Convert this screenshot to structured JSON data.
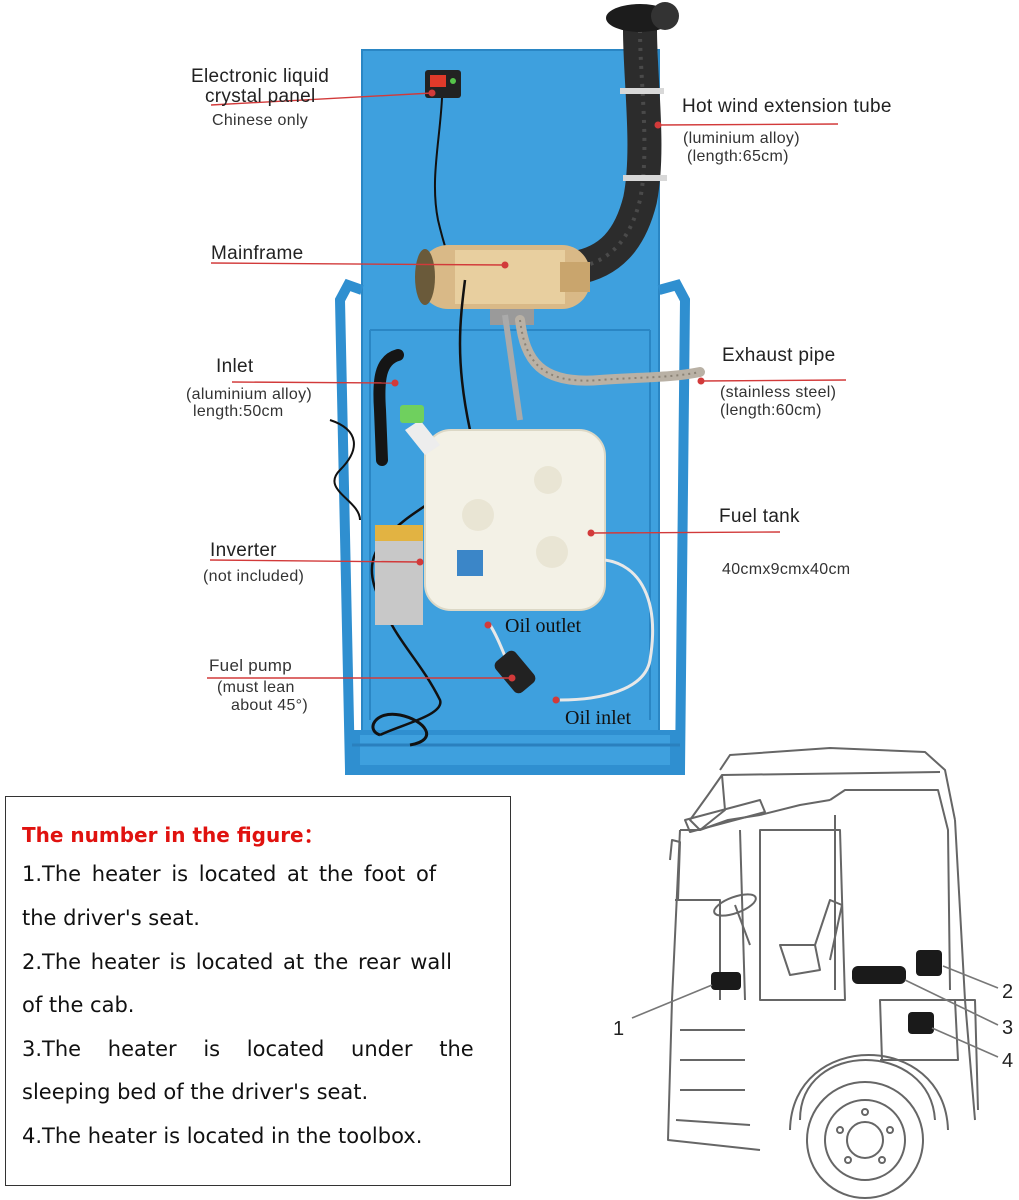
{
  "heater_labels": {
    "lcd_panel": {
      "title_line1": "Electronic liquid",
      "title_line2": "crystal panel",
      "note": "Chinese only"
    },
    "hot_wind_tube": {
      "title": "Hot wind extension tube",
      "note_line1": "(luminium alloy)",
      "note_line2": "(length:65cm)"
    },
    "mainframe": {
      "title": "Mainframe"
    },
    "inlet": {
      "title": "Inlet",
      "note_line1": "(aluminium alloy)",
      "note_line2": "length:50cm"
    },
    "exhaust_pipe": {
      "title": "Exhaust pipe",
      "note_line1": "(stainless steel)",
      "note_line2": "(length:60cm)"
    },
    "fuel_tank": {
      "title": "Fuel tank",
      "note": "40cmx9cmx40cm"
    },
    "inverter": {
      "title": "Inverter",
      "note": "(not included)"
    },
    "oil_outlet": {
      "title": "Oil outlet"
    },
    "fuel_pump": {
      "title": "Fuel pump",
      "note_line1": "(must lean",
      "note_line2": "about 45°)"
    },
    "oil_inlet": {
      "title": "Oil inlet"
    }
  },
  "legend": {
    "title": "The number in the figure：",
    "lines": [
      "1.The heater is located at the foot of",
      "the driver's seat.",
      "2.The heater is located at the rear wall",
      "of the cab.",
      "3.The heater is located under the",
      "sleeping bed of the driver's seat.",
      "4.The heater is located in the toolbox."
    ]
  },
  "truck_numbers": [
    "1",
    "2",
    "3",
    "4"
  ],
  "colors": {
    "board_blue": "#3ea0de",
    "frame_blue": "#2f8fd0",
    "legend_title_red": "#e0120f",
    "leader_red": "#d23a3a"
  }
}
